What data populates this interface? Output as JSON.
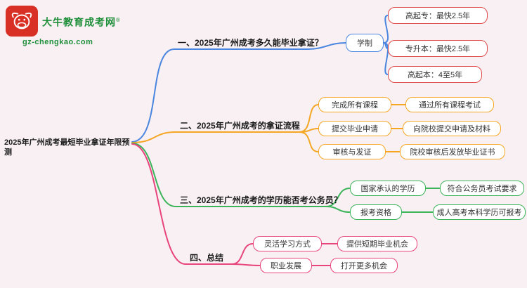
{
  "logo": {
    "site_name": "大牛教育成考网",
    "trademark": "®",
    "domain": "gz-chengkao.com",
    "icon": "bull-icon"
  },
  "root": {
    "label": "2025年广州成考最短毕业拿证年限预测"
  },
  "colors": {
    "branch_blue": "#4a86e0",
    "branch_orange": "#f5a623",
    "branch_green": "#3cb45a",
    "branch_pink": "#e8447e",
    "child_red": "#e04b4b",
    "brand_green": "#1f8f3a",
    "logo_red": "#d93025",
    "background": "#f8f0f2"
  },
  "branches": [
    {
      "label": "一、2025年广州成考多久能毕业拿证？",
      "node": {
        "label": "学制"
      },
      "children": [
        {
          "label": "高起专：最快2.5年"
        },
        {
          "label": "专升本：最快2.5年"
        },
        {
          "label": "高起本：4至5年"
        }
      ]
    },
    {
      "label": "二、2025年广州成考的拿证流程",
      "pairs": [
        {
          "step": "完成所有课程",
          "detail": "通过所有课程考试"
        },
        {
          "step": "提交毕业申请",
          "detail": "向院校提交申请及材料"
        },
        {
          "step": "审核与发证",
          "detail": "院校审核后发放毕业证书"
        }
      ]
    },
    {
      "label": "三、2025年广州成考的学历能否考公务员？",
      "pairs": [
        {
          "step": "国家承认的学历",
          "detail": "符合公务员考试要求"
        },
        {
          "step": "报考资格",
          "detail": "成人高考本科学历可报考"
        }
      ]
    },
    {
      "label": "四、总结",
      "pairs": [
        {
          "step": "灵活学习方式",
          "detail": "提供短期毕业机会"
        },
        {
          "step": "职业发展",
          "detail": "打开更多机会"
        }
      ]
    }
  ]
}
